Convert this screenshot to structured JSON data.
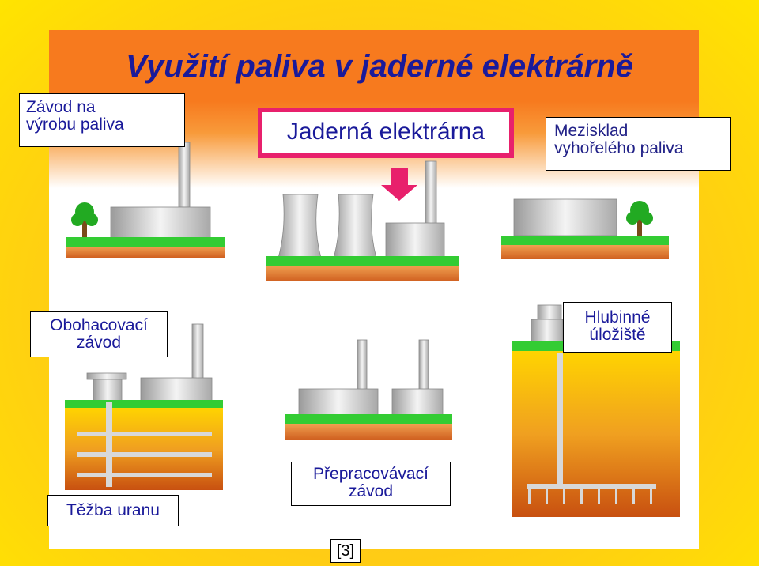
{
  "title": "Využití paliva v jaderné elektrárně",
  "labels": {
    "fuel_plant": "Závod na\nvýrobu paliva",
    "nuclear_plant": "Jaderná elektrárna",
    "interim_storage": "Mezisklad\nvyhořelého paliva",
    "enrichment": "Obohacovací\nzávod",
    "deep_repository": "Hlubinné\núložiště",
    "mining": "Těžba uranu",
    "reprocessing": "Přepracovávací\nzávod",
    "reference": "[3]"
  },
  "colors": {
    "title": "#1a1a9a",
    "highlight_border": "#e8206c",
    "ground_green": "#33cc33",
    "ground_soil": "#e07830"
  }
}
